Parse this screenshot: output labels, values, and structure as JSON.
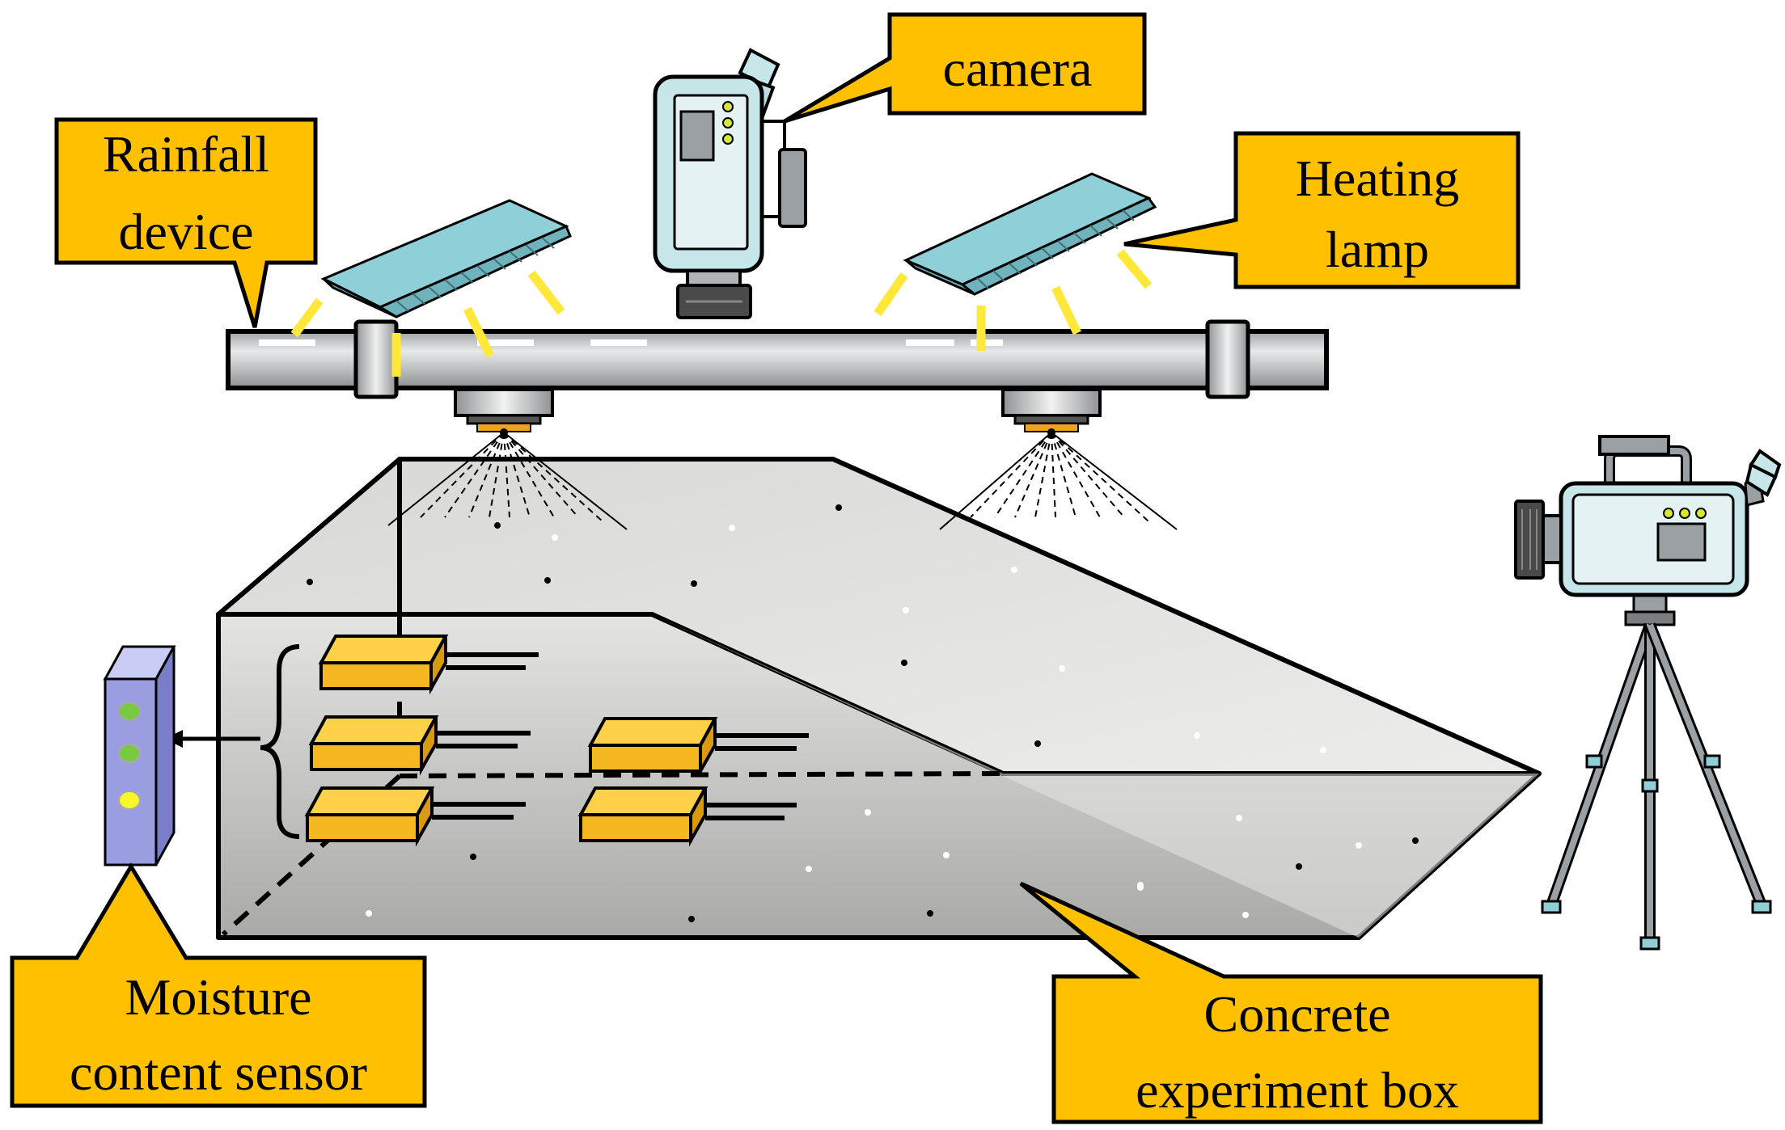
{
  "labels": {
    "rainfall_line1": "Rainfall",
    "rainfall_line2": "device",
    "camera": "camera",
    "heating_line1": "Heating",
    "heating_line2": "lamp",
    "moisture_line1": "Moisture",
    "moisture_line2": "content sensor",
    "concrete_line1": "Concrete",
    "concrete_line2": "experiment box"
  },
  "colors": {
    "callout_fill": "#FFC000",
    "outline": "#000000",
    "lamp_fill": "#8FCFD8",
    "light_ray": "#FFE83A",
    "pipe_fill": "#BFC2C4",
    "box_fill": "#D6D6D4",
    "sensor_fill": "#F5B820",
    "camera_body": "#C6E6EA",
    "meter_fill": "#9A9EE0",
    "led_green": "#7AC943",
    "led_yellow": "#F7F72A"
  },
  "icons": [
    "camera-icon",
    "video-camera-icon",
    "tripod-icon",
    "heating-lamp-icon",
    "spray-nozzle-icon",
    "moisture-meter-icon"
  ]
}
